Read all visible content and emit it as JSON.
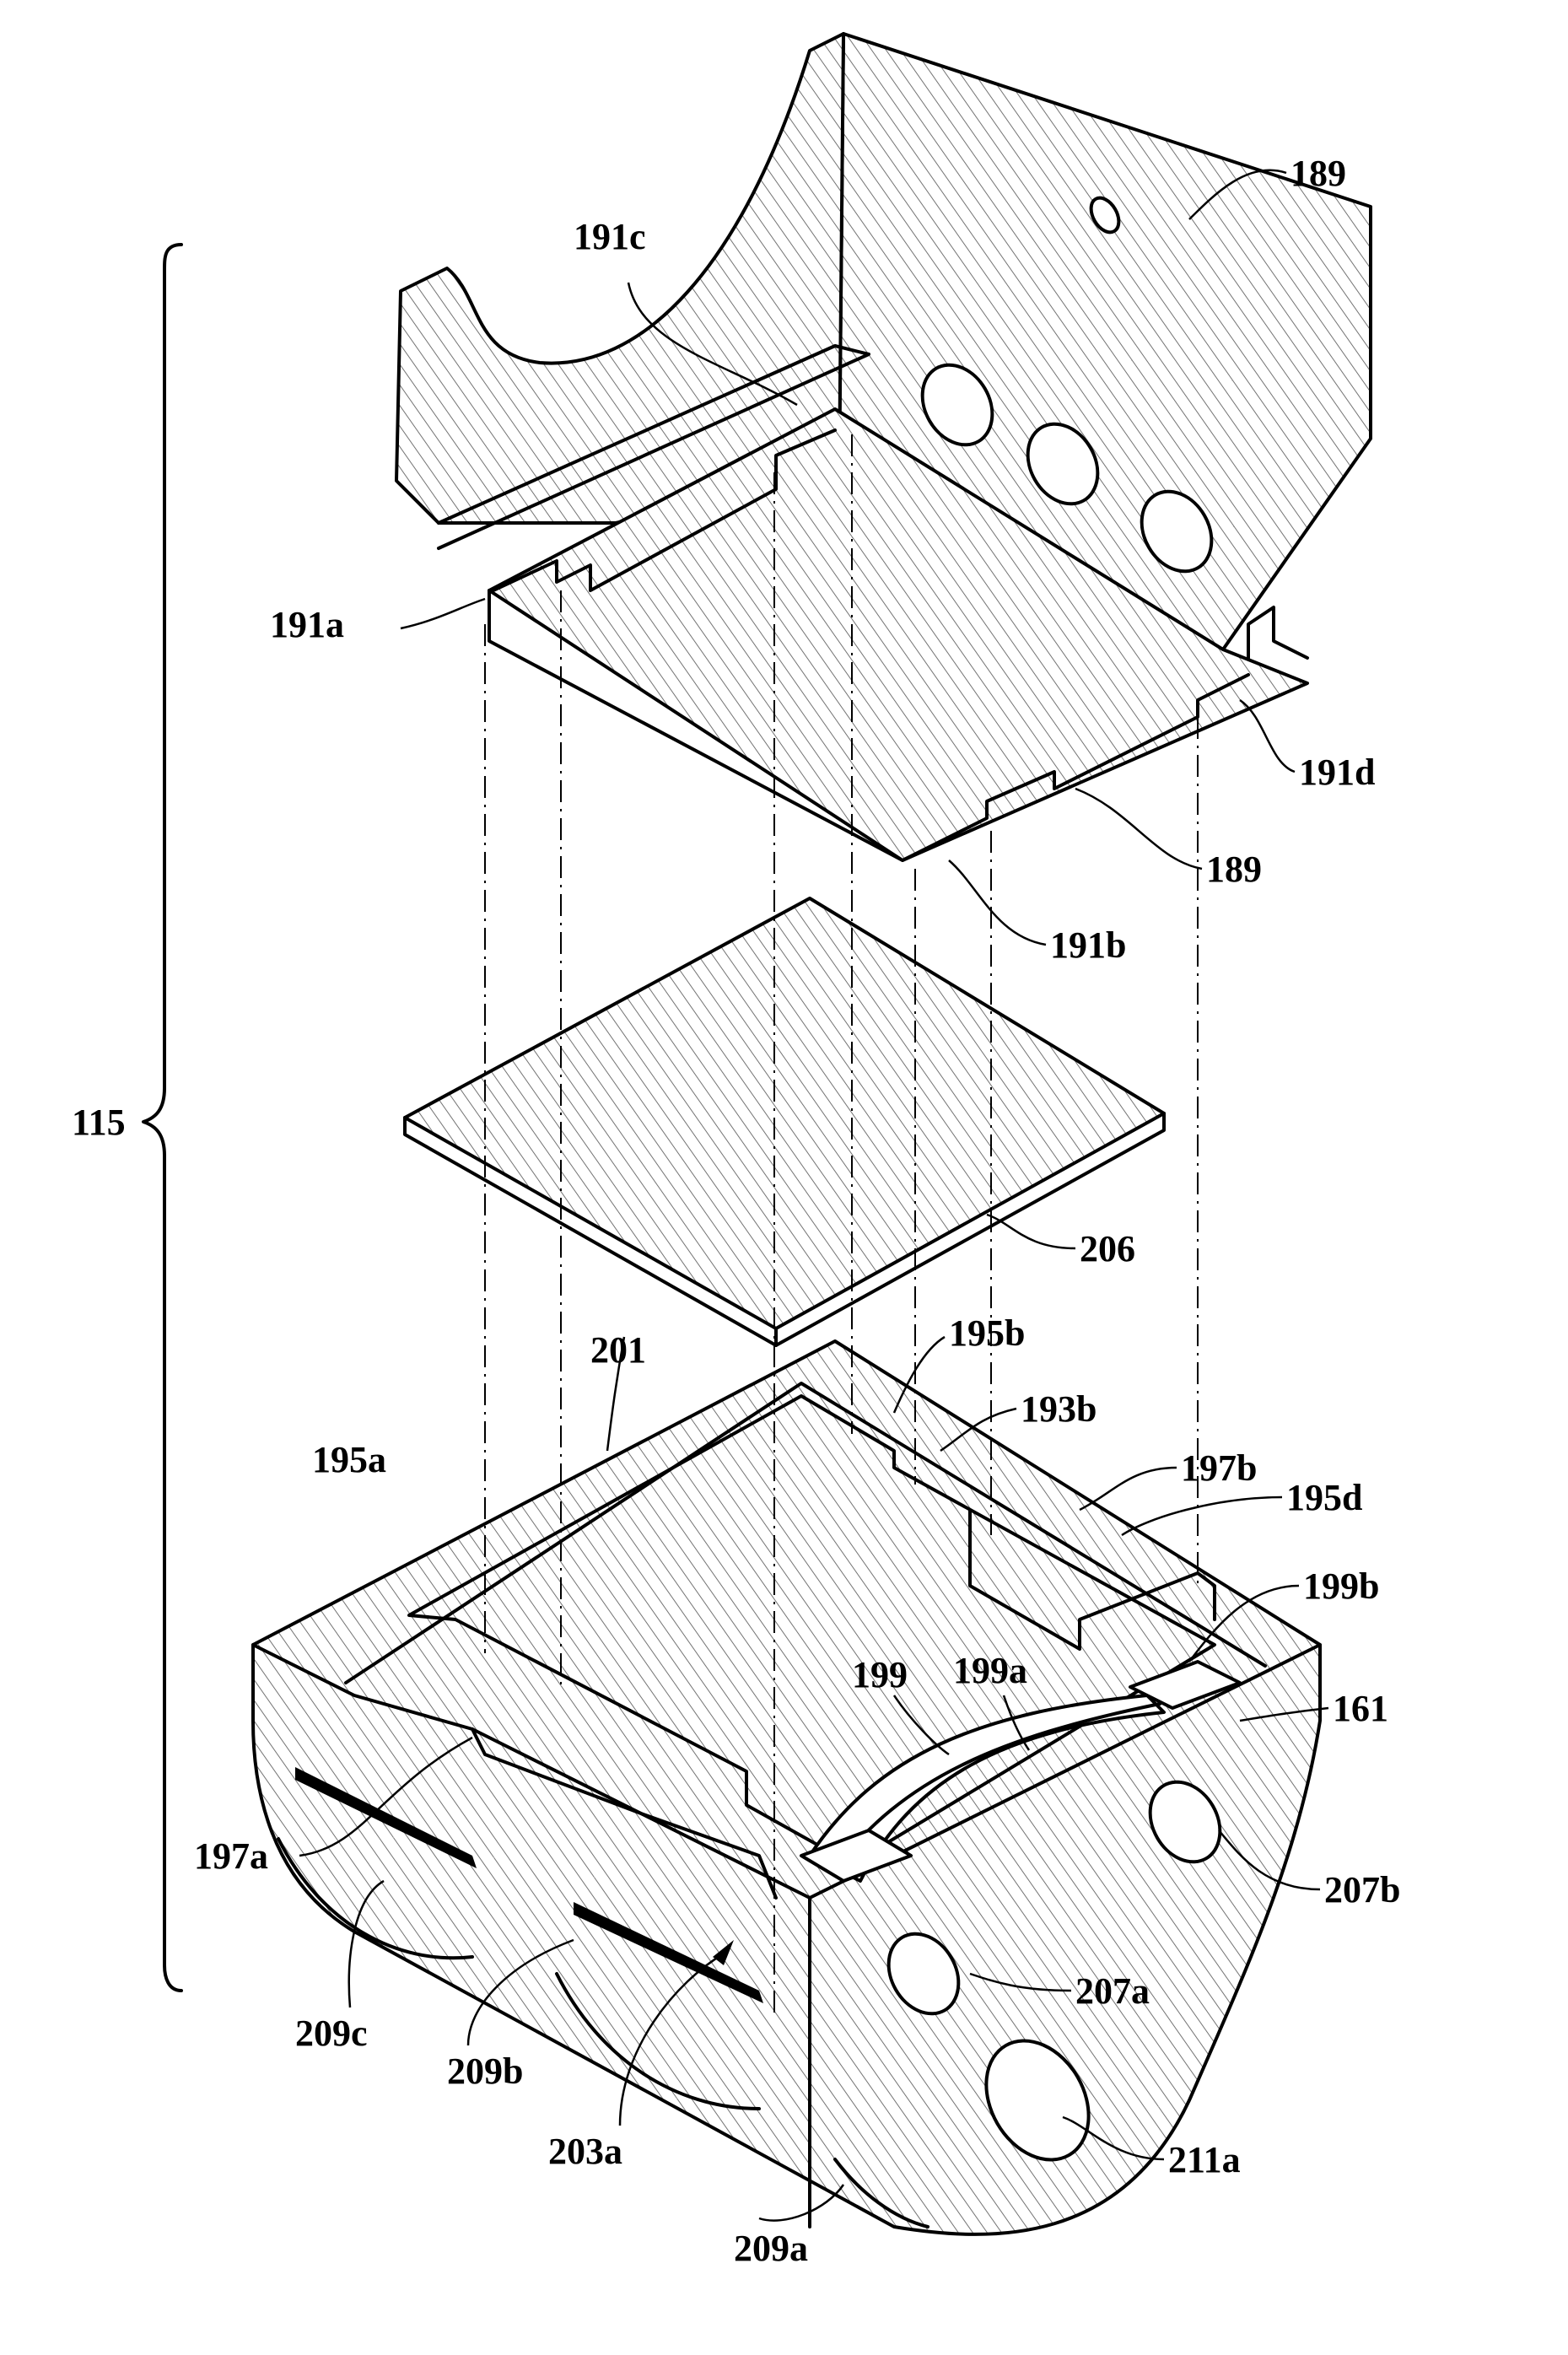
{
  "figure": {
    "labels": {
      "l189_top": "189",
      "l191c": "191c",
      "l191a": "191a",
      "l191d": "191d",
      "l189_bottom": "189",
      "l191b": "191b",
      "l115": "115",
      "l206": "206",
      "l195b": "195b",
      "l201": "201",
      "l193b": "193b",
      "l197b": "197b",
      "l195a": "195a",
      "l195d": "195d",
      "l199b": "199b",
      "l199": "199",
      "l199a": "199a",
      "l161": "161",
      "l197a": "197a",
      "l207b": "207b",
      "l207a": "207a",
      "l209c": "209c",
      "l209b": "209b",
      "l203a": "203a",
      "l211a": "211a",
      "l209a": "209a"
    }
  }
}
